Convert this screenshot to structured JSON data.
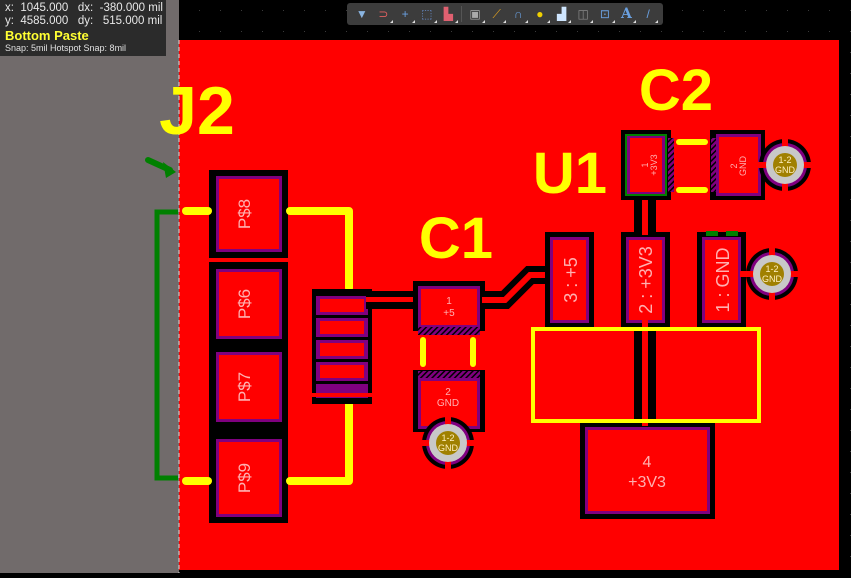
{
  "hud": {
    "x_label": "x:",
    "x_value": "1045.000",
    "dx_label": "dx:",
    "dx_value": "-380.000 mil",
    "y_label": "y:",
    "y_value": "4585.000",
    "dy_label": "dy:",
    "dy_value": "515.000 mil",
    "layer": "Bottom Paste",
    "snap": "Snap: 5mil Hotspot Snap: 8mil"
  },
  "toolbar": {
    "items": [
      {
        "name": "filter-icon",
        "glyph": "▼"
      },
      {
        "name": "interactive-routing-icon",
        "glyph": "⊃"
      },
      {
        "name": "crosshair-icon",
        "glyph": "+"
      },
      {
        "name": "select-rect-icon",
        "glyph": "⬚"
      },
      {
        "name": "align-icon",
        "glyph": "▙"
      },
      {
        "name": "component-icon",
        "glyph": "▣"
      },
      {
        "name": "route-icon",
        "glyph": "⟋"
      },
      {
        "name": "diff-pair-icon",
        "glyph": "∩"
      },
      {
        "name": "via-icon",
        "glyph": "●"
      },
      {
        "name": "polygon-icon",
        "glyph": "▟"
      },
      {
        "name": "keepout-icon",
        "glyph": "◫"
      },
      {
        "name": "dimension-icon",
        "glyph": "⊡"
      },
      {
        "name": "text-icon",
        "glyph": "A"
      },
      {
        "name": "line-icon",
        "glyph": "/"
      }
    ]
  },
  "colors": {
    "board": "#ff0000",
    "offboard": "#716b6b",
    "background": "#000000",
    "silkscreen": "#ffff00",
    "solder_mask": "#800080",
    "pad_label": "#ffb0b0",
    "via_ring": "#c8c8c8",
    "via_hole": "#a08000",
    "ratsnest": "#008000"
  },
  "designators": {
    "j2": "J2",
    "c1": "C1",
    "c2": "C2",
    "u1": "U1"
  },
  "pads": {
    "j2_p8": "P$8",
    "j2_p6": "P$6",
    "j2_p7": "P$7",
    "j2_p9": "P$9",
    "c1_p1_num": "1",
    "c1_p1_net": "+5",
    "c1_p2_num": "2",
    "c1_p2_net": "GND",
    "c2_p1_num": "1",
    "c2_p1_net": "+3V3",
    "c2_p2_num": "2",
    "c2_p2_net": "GND",
    "u1_p3": "3 : +5",
    "u1_p2": "2 : +3V3",
    "u1_p1": "1 : GND",
    "u1_p4_num": "4",
    "u1_p4_net": "+3V3"
  },
  "vias": [
    {
      "label_top": "1-2",
      "label_bottom": "GND"
    },
    {
      "label_top": "1-2",
      "label_bottom": "GND"
    },
    {
      "label_top": "1-2",
      "label_bottom": "GND"
    }
  ]
}
